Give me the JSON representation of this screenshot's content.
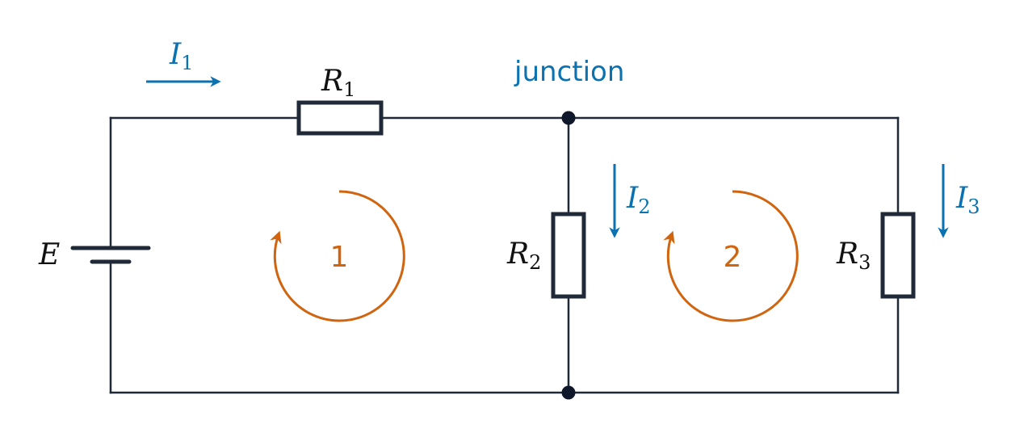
{
  "colors": {
    "wire": "#1f2937",
    "current": "#0a72b0",
    "loop": "#d0640f",
    "label": "#111111"
  },
  "source": {
    "symbol": "E"
  },
  "resistors": [
    {
      "symbol": "R",
      "subscript": "1"
    },
    {
      "symbol": "R",
      "subscript": "2"
    },
    {
      "symbol": "R",
      "subscript": "3"
    }
  ],
  "currents": [
    {
      "symbol": "I",
      "subscript": "1"
    },
    {
      "symbol": "I",
      "subscript": "2"
    },
    {
      "symbol": "I",
      "subscript": "3"
    }
  ],
  "junction": {
    "label": "junction"
  },
  "loops": [
    {
      "label": "1",
      "direction": "clockwise"
    },
    {
      "label": "2",
      "direction": "clockwise"
    }
  ]
}
